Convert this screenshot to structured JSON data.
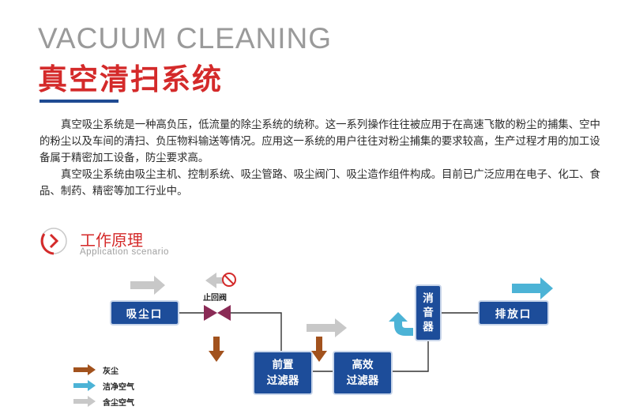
{
  "header": {
    "title_en": "VACUUM CLEANING",
    "title_cn": "真空清扫系统"
  },
  "intro": {
    "paragraph_1": "真空吸尘系统是一种高负压，低流量的除尘系统的统称。这一系列操作往往被应用于在高速飞散的粉尘的捕集、空中的粉尘以及车间的清扫、负压物料输送等情况。应用这一系统的用户往往对粉尘捕集的要求较高，生产过程才用的加工设备属于精密加工设备，防尘要求高。",
    "paragraph_2": "真空吸尘系统由吸尘主机、控制系统、吸尘管路、吸尘阀门、吸尘造作组件构成。目前已广泛应用在电子、化工、食品、制药、精密等加工行业中。"
  },
  "section": {
    "title": "工作原理",
    "subtitle": "Application scenario",
    "icon": "chevron-right-circle-icon"
  },
  "diagram": {
    "inlet_label": "吸尘口",
    "valve_label": "止回阀",
    "pre_filter_line1": "前置",
    "pre_filter_line2": "过滤器",
    "hepa_filter_line1": "高效",
    "hepa_filter_line2": "过滤器",
    "muffler_chars": [
      "消",
      "音",
      "器"
    ],
    "exhaust_label": "排放口",
    "colors": {
      "box": "#1d4d9a",
      "dust": "#a2521d",
      "clean_air": "#4cb3d6",
      "dusty_air": "#c8c8c8",
      "valve": "#8a2b56"
    }
  },
  "legend": [
    {
      "label": "灰尘",
      "color": "#a2521d"
    },
    {
      "label": "洁净空气",
      "color": "#4cb3d6"
    },
    {
      "label": "含尘空气",
      "color": "#c8c8c8"
    }
  ]
}
